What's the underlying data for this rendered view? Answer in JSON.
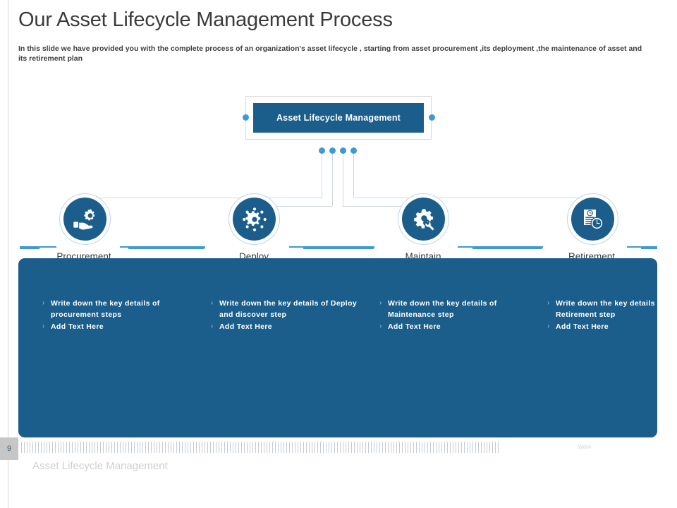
{
  "header": {
    "title": "Our Asset Lifecycle Management Process",
    "subtitle": "In this slide we have provided you with the complete process of an organization's asset lifecycle , starting from asset procurement ,its deployment ,the maintenance of asset and its retirement plan"
  },
  "top_node": {
    "label": "Asset Lifecycle Management"
  },
  "colors": {
    "primary_blue": "#1b5e8c",
    "accent_blue": "#3d9ad4",
    "connector_gray": "#cfd8de",
    "text_dark": "#3b3b3b"
  },
  "steps": [
    {
      "key": "procurement",
      "label": "Procurement",
      "icon": "hand-gear-icon",
      "bullets": [
        "Write down the key details of procurement steps",
        "Add Text Here"
      ]
    },
    {
      "key": "deploy",
      "label": "Deploy",
      "icon": "cog-network-icon",
      "bullets": [
        "Write down the key details of Deploy and discover step",
        "Add Text Here"
      ]
    },
    {
      "key": "maintain",
      "label": "Maintain",
      "icon": "gear-wrench-icon",
      "bullets": [
        "Write down the key details of Maintenance step",
        "Add Text Here"
      ]
    },
    {
      "key": "retirement",
      "label": "Retirement",
      "icon": "document-clock-icon",
      "bullets": [
        "Write down the key details of Retirement step",
        "Add Text Here"
      ]
    }
  ],
  "bullet_marker": "›",
  "footer": {
    "page_number": "9",
    "caption": "Asset Lifecycle Management",
    "chevrons": "»»»"
  }
}
